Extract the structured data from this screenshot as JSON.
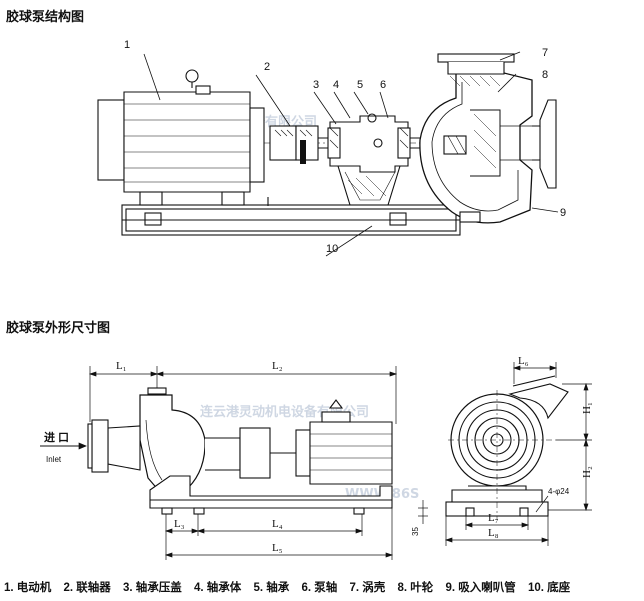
{
  "titles": {
    "structure": "胶球泵结构图",
    "dimensions": "胶球泵外形尺寸图"
  },
  "callouts": [
    "1",
    "2",
    "3",
    "4",
    "5",
    "6",
    "7",
    "8",
    "9",
    "10"
  ],
  "dimension_labels": {
    "L1": "L₁",
    "L2": "L₂",
    "L3": "L₃",
    "L4": "L₄",
    "L5": "L₅",
    "L6": "L₆",
    "L7": "L₇",
    "L8": "L₈",
    "H1": "H₁",
    "H2": "H₂",
    "bolt_holes": "4-φ24",
    "base_height": "35"
  },
  "inlet": {
    "label_cn": "进 口",
    "label_en": "Inlet"
  },
  "watermark": {
    "company": "连云港灵动机电设备有限公司",
    "web": "WWW.86S"
  },
  "legend": [
    "1. 电动机",
    "2. 联轴器",
    "3. 轴承压盖",
    "4. 轴承体",
    "5. 轴承",
    "6. 泵轴",
    "7. 涡壳",
    "8. 叶轮",
    "9. 吸入喇叭管",
    "10. 底座"
  ]
}
